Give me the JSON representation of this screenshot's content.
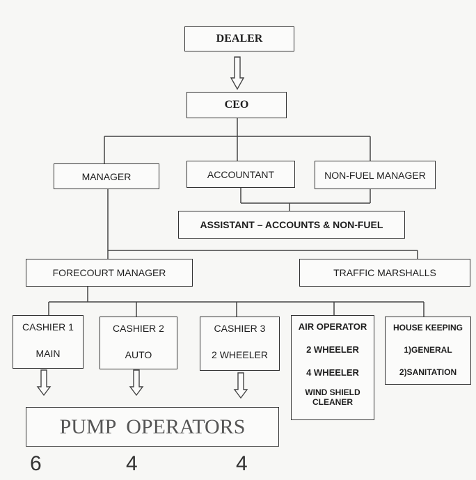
{
  "dealer": "DEALER",
  "ceo": "CEO",
  "manager": "MANAGER",
  "accountant": "ACCOUNTANT",
  "non_fuel_manager": "NON-FUEL MANAGER",
  "assistant": "ASSISTANT – ACCOUNTS & NON-FUEL",
  "forecourt_manager": "FORECOURT MANAGER",
  "traffic_marshalls": "TRAFFIC MARSHALLS",
  "cashier1": {
    "title": "CASHIER 1",
    "sub": "MAIN"
  },
  "cashier2": {
    "title": "CASHIER 2",
    "sub": "AUTO"
  },
  "cashier3": {
    "title": "CASHIER 3",
    "sub": "2 WHEELER"
  },
  "air_operator": {
    "title": "AIR OPERATOR",
    "items": [
      "2 WHEELER",
      "4 WHEELER"
    ],
    "extra": [
      "WIND SHIELD",
      "CLEANER"
    ]
  },
  "house_keeping": {
    "title": "HOUSE KEEPING",
    "items": [
      "1)GENERAL",
      "2)SANITATION"
    ]
  },
  "pump_operators": "PUMP  OPERATORS",
  "pump_counts": [
    "6",
    "4",
    "4"
  ]
}
